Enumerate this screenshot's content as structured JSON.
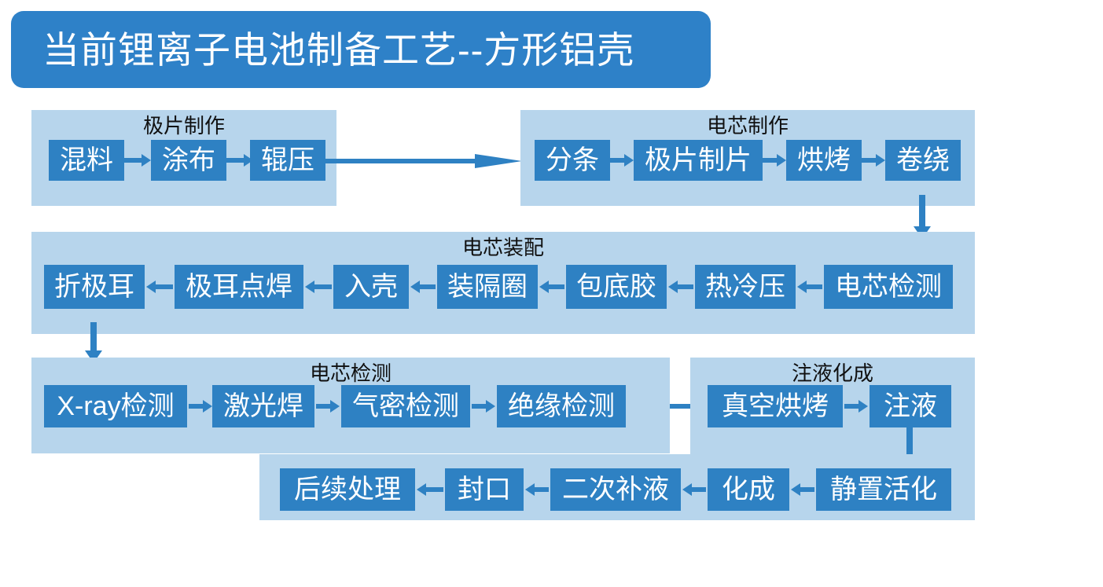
{
  "title": {
    "text": "当前锂离子电池制备工艺--方形铝壳",
    "bar_color": "#2E81C8",
    "text_color": "#FFFFFF"
  },
  "palette": {
    "node_fill": "#2E81C3",
    "group_fill": "#B7D5EC",
    "arrow_color": "#2E81C3",
    "page_background": "#FFFFFF",
    "node_text": "#FFFFFF",
    "group_label_text": "#101010"
  },
  "chart_data": {
    "type": "flowchart",
    "title": "当前锂离子电池制备工艺--方形铝壳",
    "groups": [
      {
        "id": "g1",
        "label": "极片制作",
        "flow_direction": "left-to-right",
        "nodes": [
          "混料",
          "涂布",
          "辊压"
        ]
      },
      {
        "id": "g2",
        "label": "电芯制作",
        "flow_direction": "left-to-right",
        "nodes": [
          "分条",
          "极片制片",
          "烘烤",
          "卷绕"
        ]
      },
      {
        "id": "g3",
        "label": "电芯装配",
        "flow_direction": "right-to-left",
        "nodes": [
          "电芯检测",
          "热冷压",
          "包底胶",
          "装隔圈",
          "入壳",
          "极耳点焊",
          "折极耳"
        ]
      },
      {
        "id": "g4",
        "label": "电芯检测",
        "flow_direction": "left-to-right",
        "nodes": [
          "X-ray检测",
          "激光焊",
          "气密检测",
          "绝缘检测"
        ]
      },
      {
        "id": "g5",
        "label": "注液化成",
        "flow_direction": "mixed",
        "nodes": [
          "真空烘烤",
          "注液",
          "静置活化",
          "化成",
          "二次补液",
          "封口",
          "后续处理"
        ]
      }
    ],
    "edges": [
      {
        "from": "混料",
        "to": "涂布",
        "dir": "right"
      },
      {
        "from": "涂布",
        "to": "辊压",
        "dir": "right"
      },
      {
        "from": "辊压",
        "to": "分条",
        "dir": "right"
      },
      {
        "from": "分条",
        "to": "极片制片",
        "dir": "right"
      },
      {
        "from": "极片制片",
        "to": "烘烤",
        "dir": "right"
      },
      {
        "from": "烘烤",
        "to": "卷绕",
        "dir": "right"
      },
      {
        "from": "卷绕",
        "to": "电芯检测",
        "dir": "down"
      },
      {
        "from": "电芯检测",
        "to": "热冷压",
        "dir": "left"
      },
      {
        "from": "热冷压",
        "to": "包底胶",
        "dir": "left"
      },
      {
        "from": "包底胶",
        "to": "装隔圈",
        "dir": "left"
      },
      {
        "from": "装隔圈",
        "to": "入壳",
        "dir": "left"
      },
      {
        "from": "入壳",
        "to": "极耳点焊",
        "dir": "left"
      },
      {
        "from": "极耳点焊",
        "to": "折极耳",
        "dir": "left"
      },
      {
        "from": "折极耳",
        "to": "X-ray检测",
        "dir": "down"
      },
      {
        "from": "X-ray检测",
        "to": "激光焊",
        "dir": "right"
      },
      {
        "from": "激光焊",
        "to": "气密检测",
        "dir": "right"
      },
      {
        "from": "气密检测",
        "to": "绝缘检测",
        "dir": "right"
      },
      {
        "from": "绝缘检测",
        "to": "真空烘烤",
        "dir": "right"
      },
      {
        "from": "真空烘烤",
        "to": "注液",
        "dir": "right"
      },
      {
        "from": "注液",
        "to": "静置活化",
        "dir": "down"
      },
      {
        "from": "静置活化",
        "to": "化成",
        "dir": "left"
      },
      {
        "from": "化成",
        "to": "二次补液",
        "dir": "left"
      },
      {
        "from": "二次补液",
        "to": "封口",
        "dir": "left"
      },
      {
        "from": "封口",
        "to": "后续处理",
        "dir": "left"
      }
    ]
  },
  "nodes": {
    "mixing": "混料",
    "coating": "涂布",
    "rolling": "辊压",
    "slitting": "分条",
    "pole_piece": "极片制片",
    "baking": "烘烤",
    "winding": "卷绕",
    "cell_inspect_a": "电芯检测",
    "hot_cold_press": "热冷压",
    "bottom_glue": "包底胶",
    "spacer": "装隔圈",
    "into_shell": "入壳",
    "tab_welding": "极耳点焊",
    "fold_tab": "折极耳",
    "xray": "X-ray检测",
    "laser_weld": "激光焊",
    "airtight": "气密检测",
    "insulation": "绝缘检测",
    "vacuum_bake": "真空烘烤",
    "injection": "注液",
    "rest_activate": "静置活化",
    "formation": "化成",
    "second_fill": "二次补液",
    "sealing": "封口",
    "post_process": "后续处理"
  },
  "group_labels": {
    "g1": "极片制作",
    "g2": "电芯制作",
    "g3": "电芯装配",
    "g4": "电芯检测",
    "g5": "注液化成"
  }
}
